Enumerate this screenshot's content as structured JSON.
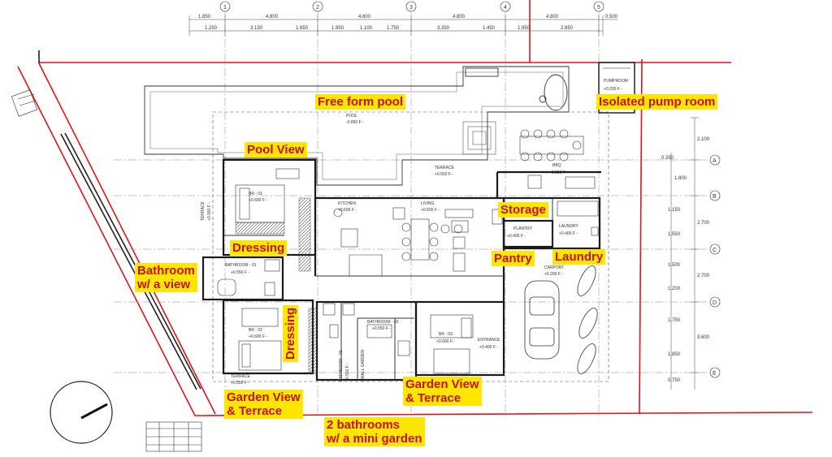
{
  "grid_top": [
    "1",
    "2",
    "3",
    "4",
    "5"
  ],
  "grid_right": [
    "A",
    "B",
    "C",
    "D",
    "E"
  ],
  "dims_top_row1": [
    "1.850",
    "4.800",
    "4.800",
    "4.800",
    "4.800",
    "0.500"
  ],
  "dims_top_row2": [
    "1.250",
    "3.150",
    "1.650",
    "1.950",
    "1.100",
    "1.750",
    "3.350",
    "1.450",
    "1.950",
    "2.850"
  ],
  "dims_right_outer": [
    "2.100",
    "2.700",
    "2.700",
    "3.600"
  ],
  "dims_right_inner": [
    "0.350",
    "1.800",
    "1.150",
    "1.550",
    "1.500",
    "1.200",
    "1.750",
    "1.850",
    "0.750"
  ],
  "room_tags": {
    "pool": "POOL",
    "pool_level": "-0.850",
    "pumproom": "PUMPROOM",
    "pumproom_level": "+0.200",
    "terrace": "TERRACE",
    "terrace_level": "+0.550",
    "bbq": "BBQ",
    "bbq_level": "+0.550",
    "br01": "BR - 01",
    "br01_level": "+0.600",
    "kitchen": "KITCHEN",
    "kitchen_level": "+0.600",
    "living": "LIVING",
    "living_level": "+0.600",
    "laundry": "LAUNDRY",
    "laundry_level": "+0.400",
    "plantry": "PLANTRY",
    "plantry_level": "+0.400",
    "carport": "CARPORT",
    "carport_level": "+0.200",
    "bathroom01": "BATHROOM - 01",
    "bathroom01_level": "+0.550",
    "br02": "BR - 02",
    "br02_level": "+0.600",
    "bathroom03": "BATHROOM - 03",
    "bathroom03_level": "+0.550",
    "br03": "BR - 03",
    "br03_level": "+0.600",
    "entrance": "ENTRANCE",
    "entrance_level": "+0.400",
    "terrace2": "TERRACE",
    "terrace2_level": "+0.550",
    "terrace_side": "TERRACE",
    "terrace_side_level": "+0.550",
    "small_garden": "SMALL GARDEN",
    "bathroom02": "BATHROOM - 02",
    "bathroom02_level": "+0.550",
    "level_suffix": "F -"
  },
  "callouts": {
    "free_form_pool": "Free form pool",
    "isolated_pump_room": "Isolated pump room",
    "pool_view": "Pool View",
    "storage": "Storage",
    "dressing_1": "Dressing",
    "pantry": "Pantry",
    "laundry": "Laundry",
    "bathroom_view": "Bathroom\nw/ a view",
    "dressing_2": "Dressing",
    "garden_terrace_1": "Garden View\n& Terrace",
    "garden_terrace_2": "Garden View\n& Terrace",
    "two_bathrooms": "2 bathrooms\nw/ a mini garden"
  },
  "colors": {
    "highlight": "#ffe600",
    "callout_text": "#c8101b",
    "property_line": "#e0141e",
    "wall": "#222222"
  }
}
